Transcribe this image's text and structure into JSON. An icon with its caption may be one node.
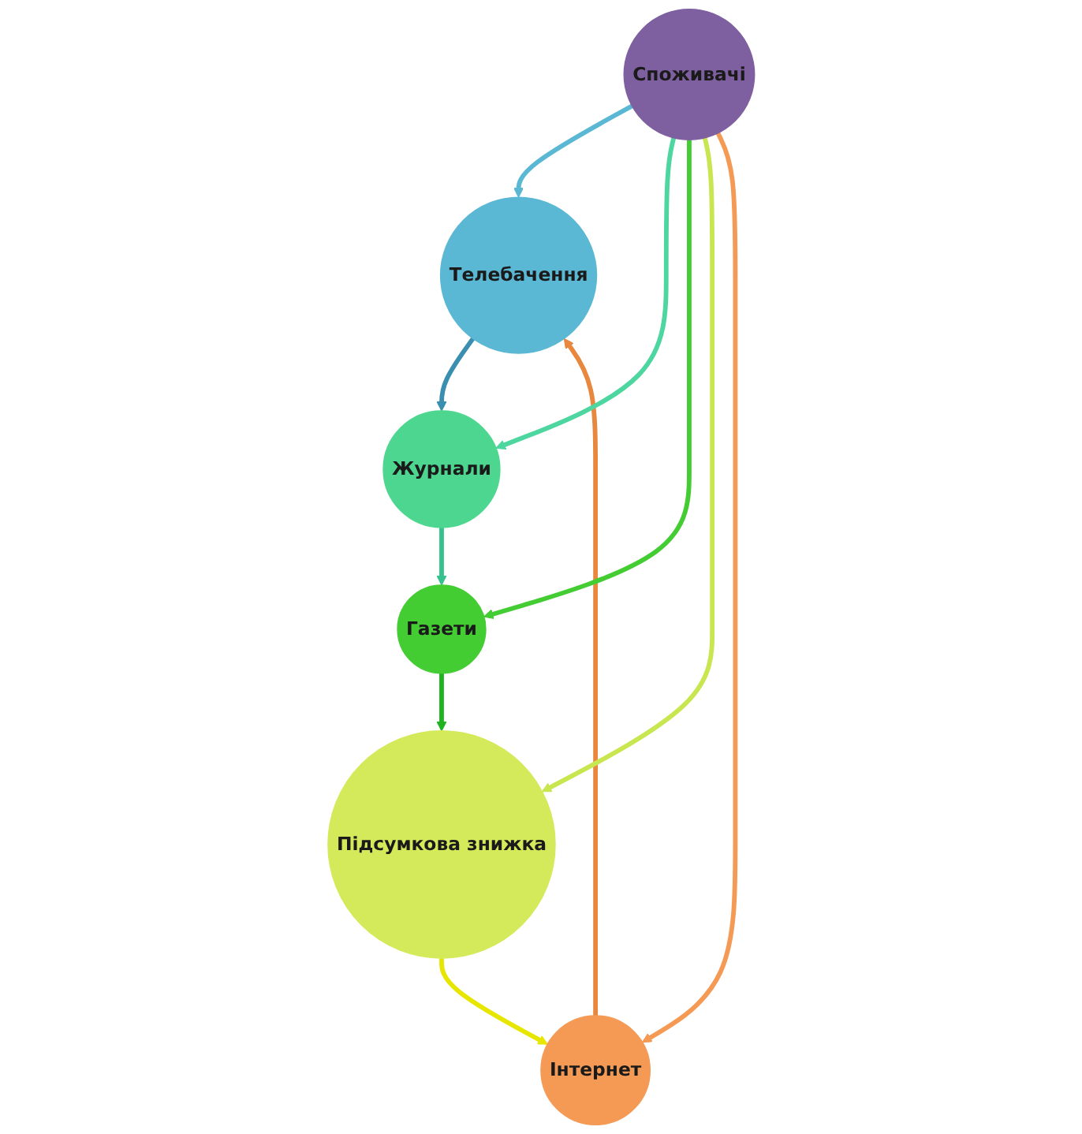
{
  "diagram": {
    "nodes": [
      {
        "text": [
          "Телебачення"
        ]
      },
      {
        "text": [
          "Журнали"
        ]
      },
      {
        "text": [
          "Газети"
        ]
      },
      {
        "text": [
          "Підсумкова знижка"
        ]
      },
      {
        "text": [
          "Інтернет"
        ]
      },
      {
        "text": [
          "Споживачі"
        ]
      }
    ],
    "edges": [
      {
        "from": 0,
        "to": 1,
        "arrow": "to",
        "color": "#3a8fb0"
      },
      {
        "from": 1,
        "to": 2,
        "arrow": "to",
        "color": "#35c28e"
      },
      {
        "from": 2,
        "to": 3,
        "arrow": "to",
        "color": "#1fb31f"
      },
      {
        "from": 3,
        "to": 4,
        "arrow": "to",
        "color": "#e6e600"
      },
      {
        "from": 4,
        "to": 0,
        "arrow": "to",
        "color": "#e8873e"
      },
      {
        "from": 5,
        "to": 0,
        "arrow": "to",
        "color": "#5bb8d4"
      },
      {
        "from": 5,
        "to": 1,
        "arrow": "to",
        "color": "#4dd6a0"
      },
      {
        "from": 5,
        "to": 2,
        "arrow": "to",
        "color": "#44cc33"
      },
      {
        "from": 5,
        "to": 3,
        "arrow": "to",
        "color": "#c8e650"
      },
      {
        "from": 5,
        "to": 4,
        "arrow": "to",
        "color": "#f59a55"
      }
    ]
  }
}
